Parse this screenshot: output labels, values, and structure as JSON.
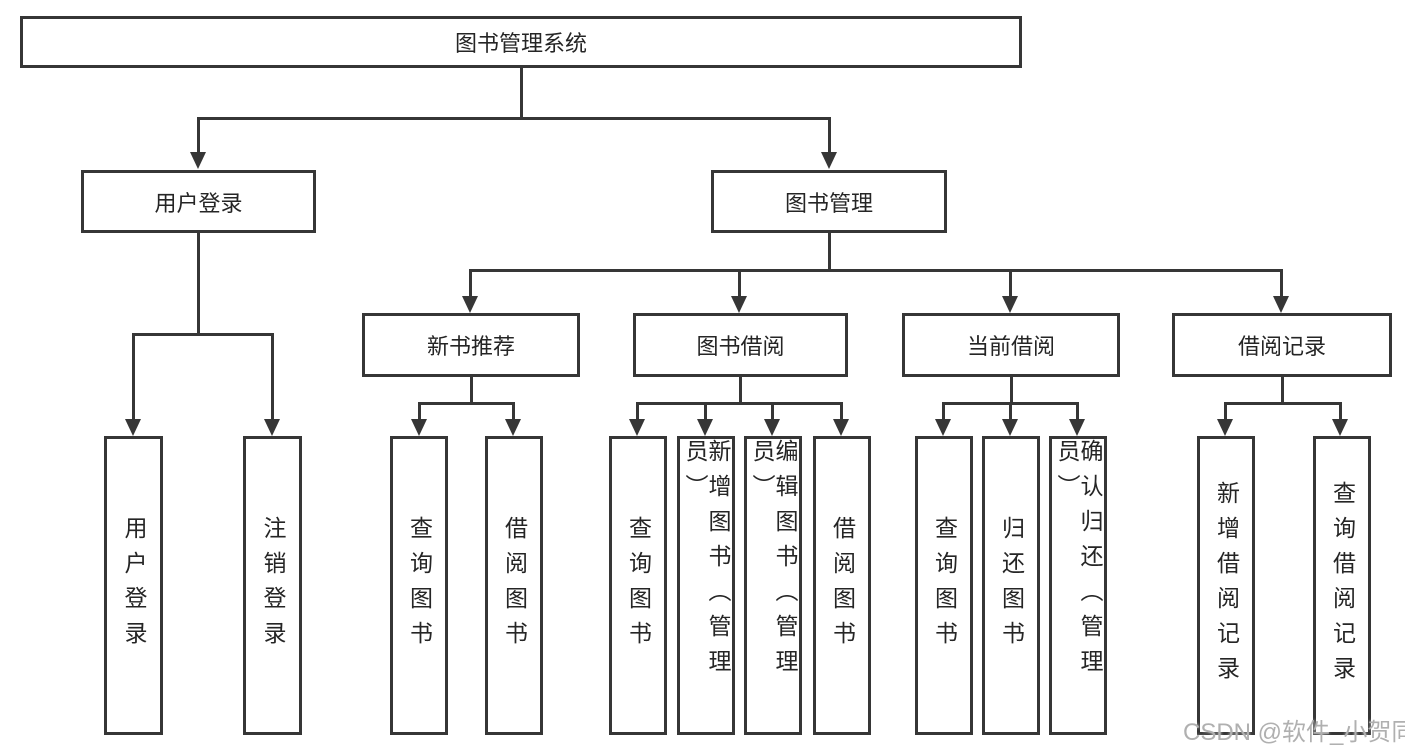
{
  "root": {
    "label": "图书管理系统"
  },
  "branches": [
    {
      "label": "用户登录",
      "children": [
        "用户登录",
        "注销登录"
      ]
    },
    {
      "label": "图书管理",
      "children": [
        {
          "label": "新书推荐",
          "children": [
            "查询图书",
            "借阅图书"
          ]
        },
        {
          "label": "图书借阅",
          "children": [
            "查询图书",
            "新增图书（管理员）",
            "编辑图书（管理员）",
            "借阅图书"
          ]
        },
        {
          "label": "当前借阅",
          "children": [
            "查询图书",
            "归还图书",
            "确认归还（管理员）"
          ]
        },
        {
          "label": "借阅记录",
          "children": [
            "新增借阅记录",
            "查询借阅记录"
          ]
        }
      ]
    }
  ],
  "watermark": "CSDN @软件_小贺同学",
  "colors": {
    "line": "#363636",
    "box_border": "#363636",
    "text": "#252525",
    "watermark": "#b0b0b0",
    "background": "#ffffff"
  }
}
